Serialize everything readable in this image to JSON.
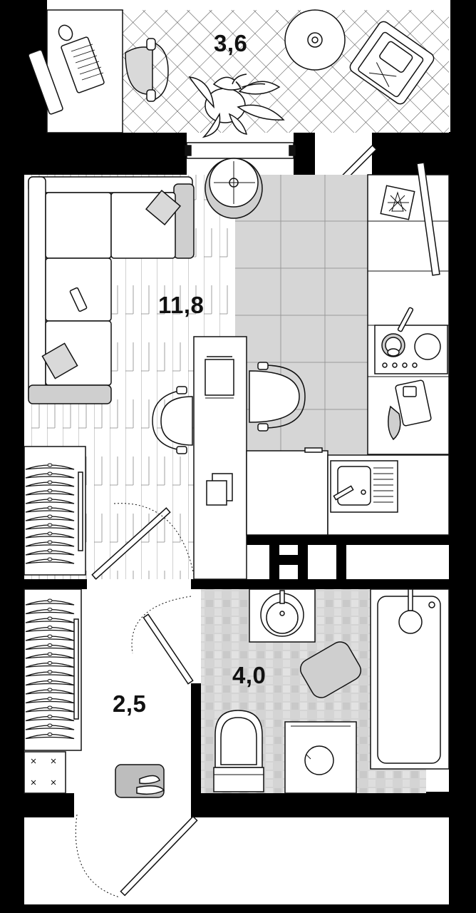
{
  "floor_plan": {
    "rooms": [
      {
        "id": "balcony",
        "area_label": "3,6"
      },
      {
        "id": "living",
        "area_label": "11,8"
      },
      {
        "id": "hallway",
        "area_label": "2,5"
      },
      {
        "id": "bathroom",
        "area_label": "4,0"
      }
    ]
  },
  "colors": {
    "wall": "#000000",
    "floor_tile": "#d9d9d9",
    "bath_tile": "#cfcfcf",
    "furniture_fill": "#ffffff",
    "stroke": "#111111",
    "soft_grey": "#bdbdbd"
  }
}
